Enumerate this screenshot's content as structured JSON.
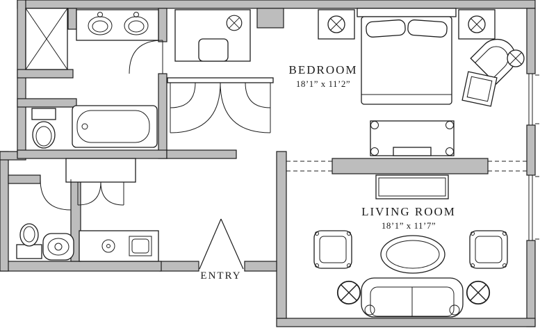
{
  "colors": {
    "wall_fill": "#bdbdbd",
    "line": "#1c1c1c",
    "background": "#ffffff"
  },
  "rooms": {
    "bedroom": {
      "label": "BEDROOM",
      "dimensions": "18’1” x 11’2”"
    },
    "living_room": {
      "label": "LIVING ROOM",
      "dimensions": "18’1” x 11’7”"
    },
    "entry": {
      "label": "ENTRY"
    }
  }
}
